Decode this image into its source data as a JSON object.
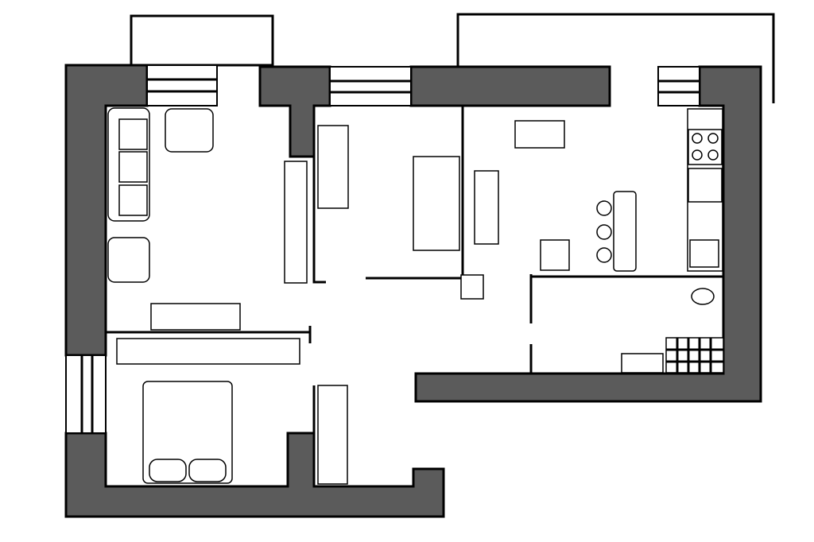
{
  "plan": {
    "colors": {
      "wall": "#5b5b5b",
      "background": "#ffffff",
      "outline": "#000000"
    },
    "rooms": [
      "living-room",
      "study",
      "kitchen-dining",
      "bathroom",
      "bedroom"
    ]
  }
}
